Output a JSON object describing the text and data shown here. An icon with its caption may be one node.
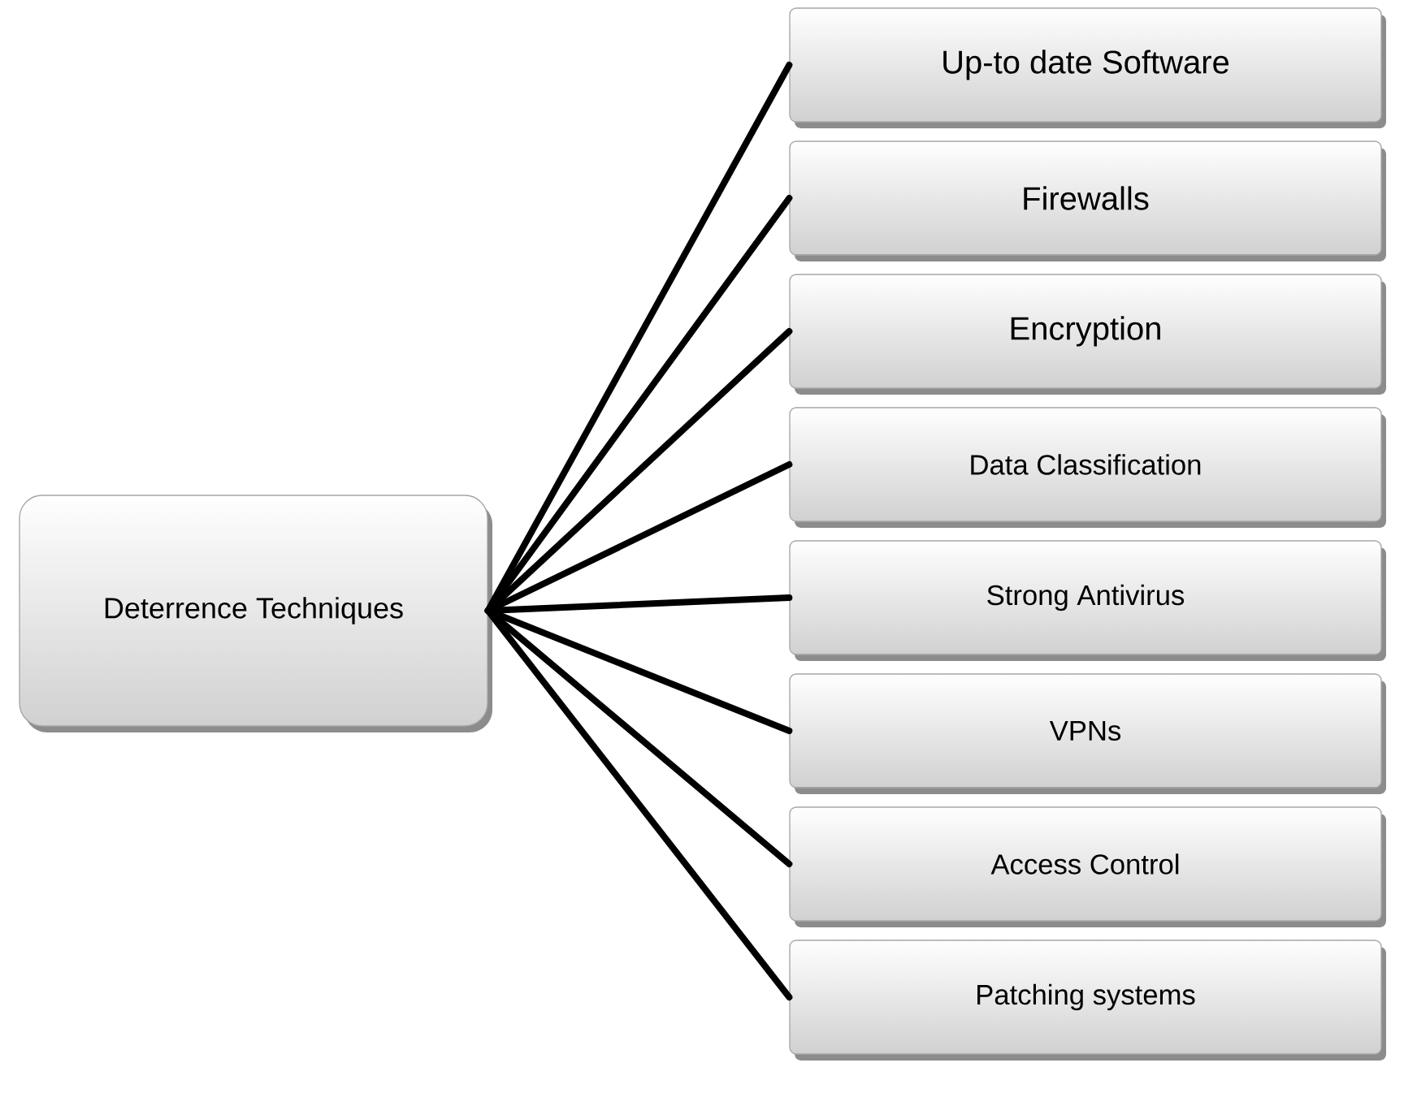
{
  "diagram": {
    "nodes": [
      {
        "text": [
          "Deterrence Techniques"
        ]
      },
      {
        "text": [
          "Up-to date Software"
        ]
      },
      {
        "text": [
          "Firewalls"
        ]
      },
      {
        "text": [
          "Encryption"
        ]
      },
      {
        "text": [
          "Data Classification"
        ]
      },
      {
        "text": [
          "Strong Antivirus"
        ]
      },
      {
        "text": [
          "VPNs"
        ]
      },
      {
        "text": [
          "Access Control"
        ]
      },
      {
        "text": [
          "Patching systems"
        ]
      }
    ],
    "edges": [
      {
        "from": 0,
        "to": 1,
        "arrow": "none"
      },
      {
        "from": 0,
        "to": 2,
        "arrow": "none"
      },
      {
        "from": 0,
        "to": 3,
        "arrow": "none"
      },
      {
        "from": 0,
        "to": 4,
        "arrow": "none"
      },
      {
        "from": 0,
        "to": 5,
        "arrow": "none"
      },
      {
        "from": 0,
        "to": 6,
        "arrow": "none"
      },
      {
        "from": 0,
        "to": 7,
        "arrow": "none"
      },
      {
        "from": 0,
        "to": 8,
        "arrow": "none"
      }
    ]
  }
}
